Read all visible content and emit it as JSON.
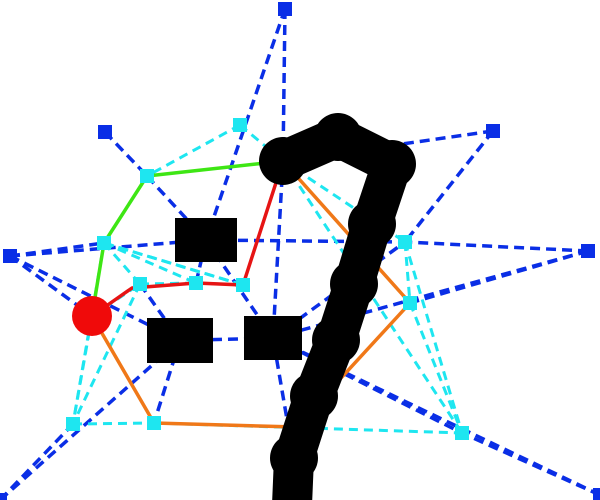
{
  "colors": {
    "background": "#ffffff",
    "outer_edge": "#0a2ee6",
    "inner_edge": "#1ee6f0",
    "outer_node": "#0a2ee6",
    "inner_node": "#1ee6f0",
    "path_green": "#3ee614",
    "path_red": "#e61414",
    "path_orange": "#f07818",
    "start_node": "#f00a0a",
    "obstacle": "#000000",
    "stroke_blob": "#000000"
  },
  "graph": {
    "outer_node_count": 8,
    "inner_node_count": 11,
    "obstacle_count": 3,
    "start_node": "red-circle"
  }
}
